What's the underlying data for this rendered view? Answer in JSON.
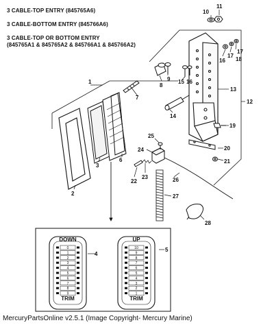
{
  "header_lines": [
    "3 CABLE-TOP ENTRY (845765A6)",
    "3 CABLE-BOTTOM ENTRY (845766A6)",
    "3 CABLE-TOP OR BOTTOM ENTRY",
    "(845765A1 & 845765A2 & 845766A1 & 845766A2)"
  ],
  "callouts": [
    "1",
    "2",
    "3",
    "4",
    "5",
    "6",
    "7",
    "8",
    "9",
    "10",
    "11",
    "12",
    "13",
    "14",
    "15",
    "16",
    "16",
    "17",
    "17",
    "18",
    "19",
    "20",
    "21",
    "22",
    "23",
    "24",
    "25",
    "26",
    "27",
    "28"
  ],
  "decal_down": {
    "label": "DOWN",
    "trim": "TRIM",
    "numbers": [
      "0",
      "1",
      "2",
      "3",
      "4",
      "5",
      "6",
      "7",
      "8",
      "9"
    ]
  },
  "decal_up": {
    "label": "UP",
    "trim": "TRIM",
    "numbers": [
      "10",
      "9",
      "8",
      "7",
      "6",
      "5",
      "4",
      "3",
      "2",
      "1"
    ]
  },
  "footer": "MercuryPartsOnline v2.5.1 (Image Copyright- Mercury Marine)"
}
